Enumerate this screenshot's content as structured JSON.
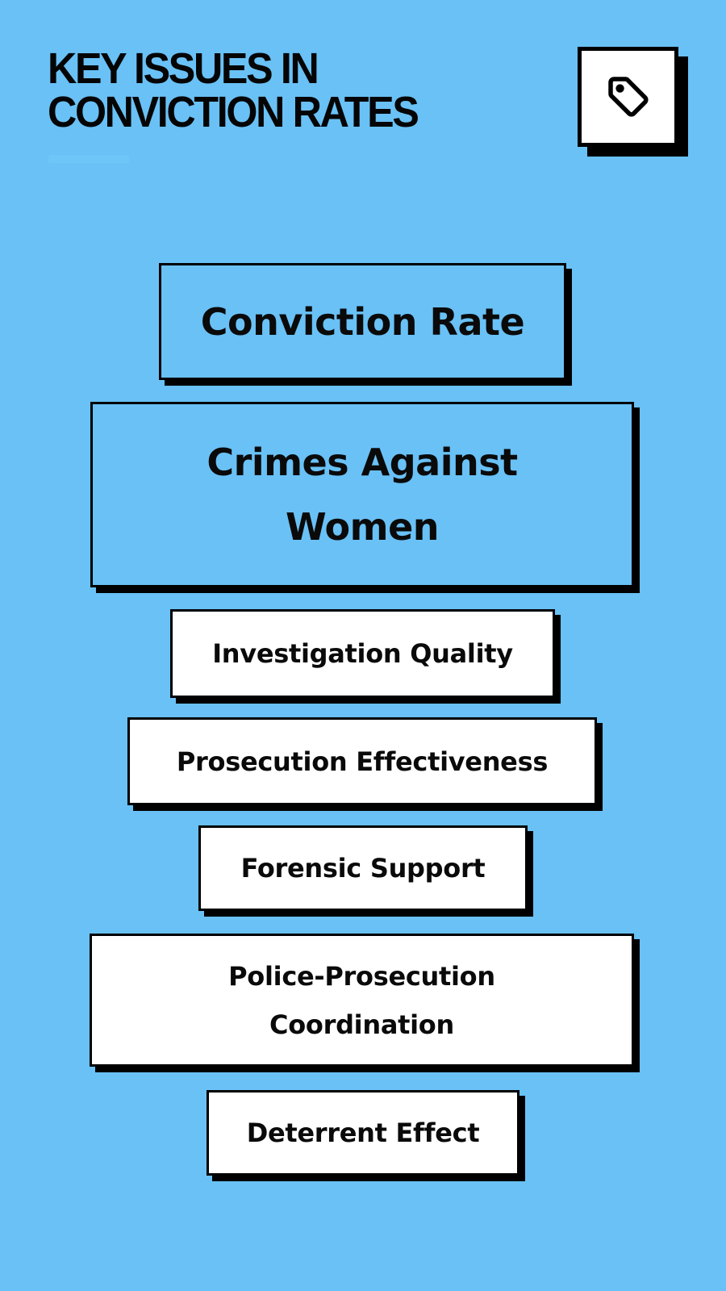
{
  "header": {
    "title_line1": "KEY ISSUES IN",
    "title_line2": "CONVICTION RATES",
    "icon": "tag-icon"
  },
  "colors": {
    "background": "#69C1F6",
    "box_highlight": "#69C1F6",
    "box_default": "#FFFFFF",
    "border": "#000000",
    "text": "#0A0A0A"
  },
  "items": [
    {
      "label": "Conviction Rate",
      "style": "blue"
    },
    {
      "label": "Crimes Against Women",
      "style": "blue"
    },
    {
      "label": "Investigation Quality",
      "style": "white"
    },
    {
      "label": "Prosecution Effectiveness",
      "style": "white"
    },
    {
      "label": "Forensic Support",
      "style": "white"
    },
    {
      "label": "Police-Prosecution Coordination",
      "style": "white"
    },
    {
      "label": "Deterrent Effect",
      "style": "white"
    }
  ]
}
